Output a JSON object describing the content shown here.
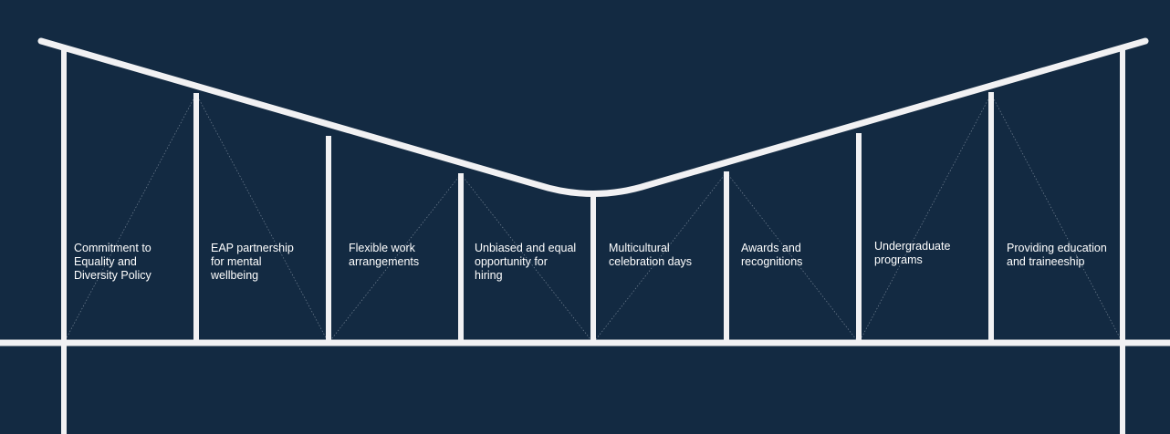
{
  "palette": {
    "background": "#132a42",
    "structure": "#f1f1f3",
    "text": "#ffffff"
  },
  "pillars": [
    {
      "label": "Commitment to\nEquality and\nDiversity Policy"
    },
    {
      "label": "EAP partnership\nfor mental\nwellbeing"
    },
    {
      "label": "Flexible work\narrangements"
    },
    {
      "label": "Unbiased and equal\nopportunity for\nhiring"
    },
    {
      "label": "Multicultural\ncelebration days"
    },
    {
      "label": "Awards and\nrecognitions"
    },
    {
      "label": "Undergraduate\nprograms"
    },
    {
      "label": "Providing education\nand traineeship"
    }
  ]
}
